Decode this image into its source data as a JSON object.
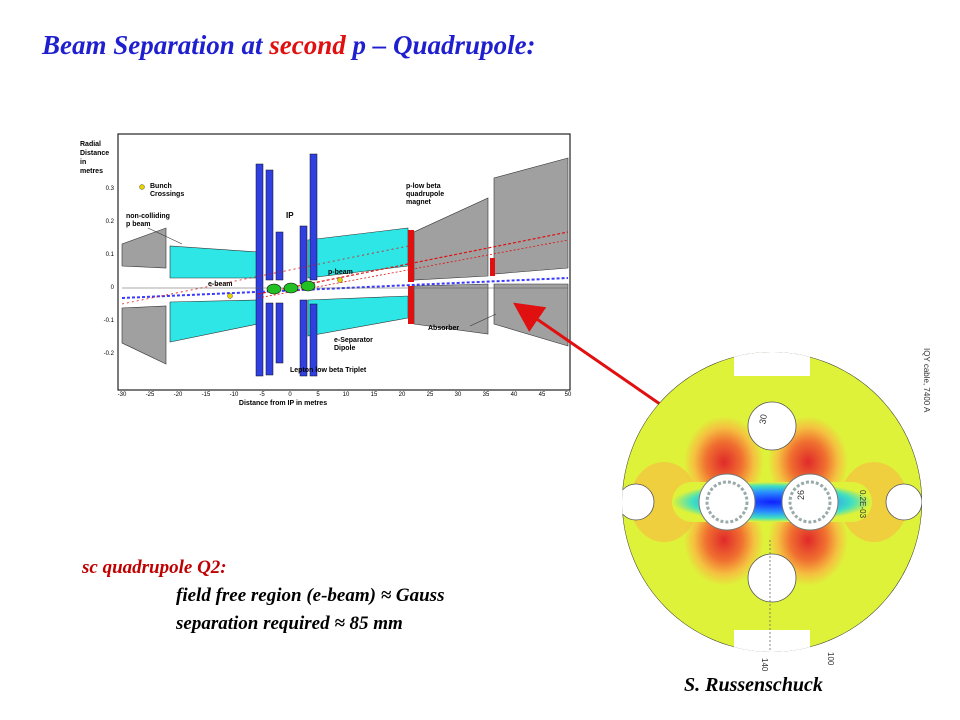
{
  "title": {
    "prefix": "Beam Separation at ",
    "accent": "second",
    "suffix": " p – Quadrupole:",
    "accent_color": "#e01010",
    "color": "#1f1fd0"
  },
  "beam_figure": {
    "y_axis_title": [
      "Radial",
      "Distance",
      "in",
      "metres"
    ],
    "y_ticks": [
      "0.3",
      "0.2",
      "0.1",
      "0",
      "-0.1",
      "-0.2"
    ],
    "x_ticks": [
      "-30",
      "-25",
      "-20",
      "-15",
      "-10",
      "-5",
      "0",
      "5",
      "10",
      "15",
      "20",
      "25",
      "30",
      "35",
      "40",
      "45",
      "50"
    ],
    "x_axis_title": "Distance from IP in metres",
    "labels": {
      "bunch_crossings": [
        "Bunch",
        "Crossings"
      ],
      "non_colliding": [
        "non-colliding",
        "p beam"
      ],
      "ip": "IP",
      "e_beam": "e-beam",
      "p_beam": "p-beam",
      "p_low_beta": [
        "p-low beta",
        "quadrupole",
        "magnet"
      ],
      "absorber": "Absorber",
      "e_separator": [
        "e-Separator",
        "Dipole"
      ],
      "lepton_triplet": "Lepton low beta Triplet"
    },
    "colors": {
      "magnet_gray": "#a0a0a0",
      "cyan": "#2ee6e6",
      "blue": "#2f3fe0",
      "red": "#e01010",
      "crossing": "#22c022"
    }
  },
  "quad_figure": {
    "labels": {
      "top_hole": "30",
      "right_hole": "26",
      "bottom_scale": "140",
      "side_scale": "100",
      "right_value": "0.2E-03",
      "vertical_caption": "IQY cable, 7400 A"
    },
    "colors": {
      "field_low": "#dff23a",
      "field_mid": "#f0a030",
      "field_high": "#e02a2a",
      "field_cold": "#2a70ff"
    }
  },
  "notes": {
    "heading": "sc quadrupole Q2:",
    "line1": "field free region (e-beam) ≈ Gauss",
    "line2": "separation required  ≈ 85 mm"
  },
  "credit": "S. Russenschuck"
}
